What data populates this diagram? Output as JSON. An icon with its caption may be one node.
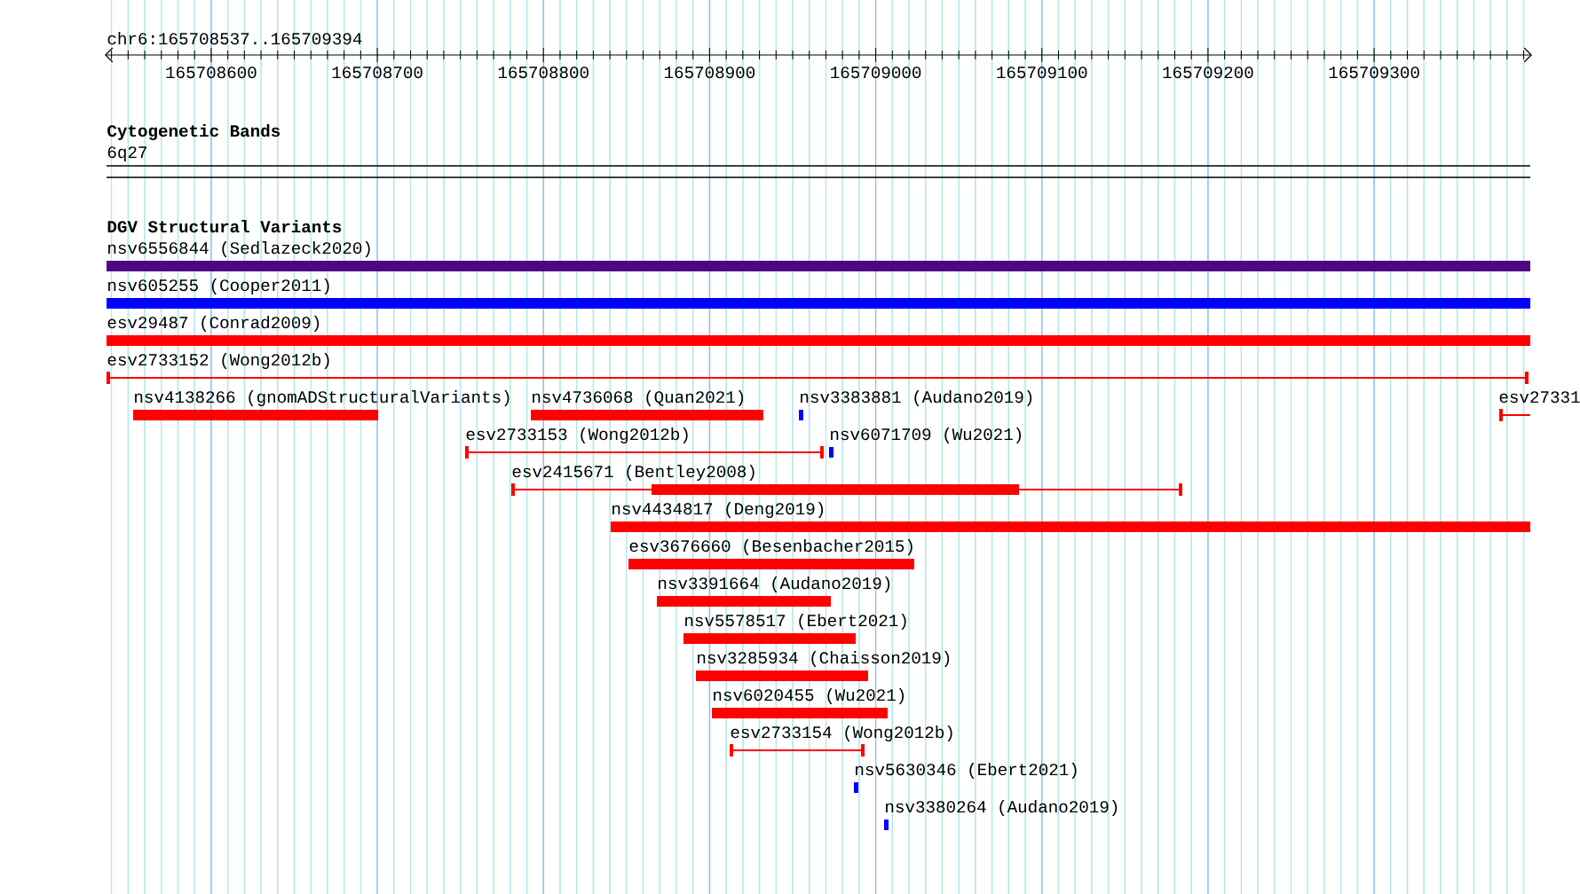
{
  "diagram": {
    "labels": [
      "chr6:165708537..165709394",
      "165708600",
      "165708700",
      "165708800",
      "165708900",
      "165709000",
      "165709100",
      "165709200",
      "165709300",
      "Cytogenetic Bands",
      "6q27",
      "DGV Structural Variants",
      "nsv6556844 (Sedlazeck2020)",
      "nsv605255 (Cooper2011)",
      "esv29487 (Conrad2009)",
      "esv2733152 (Wong2012b)",
      "nsv4138266 (gnomADStructuralVariants)",
      "nsv4736068 (Quan2021)",
      "nsv3383881 (Audano2019)",
      "esv27331",
      "esv2733153 (Wong2012b)",
      "nsv6071709 (Wu2021)",
      "esv2415671 (Bentley2008)",
      "nsv4434817 (Deng2019)",
      "esv3676660 (Besenbacher2015)",
      "nsv3391664 (Audano2019)",
      "nsv5578517 (Ebert2021)",
      "nsv3285934 (Chaisson2019)",
      "nsv6020455 (Wu2021)",
      "esv2733154 (Wong2012b)",
      "nsv5630346 (Ebert2021)",
      "nsv3380264 (Audano2019)"
    ]
  }
}
